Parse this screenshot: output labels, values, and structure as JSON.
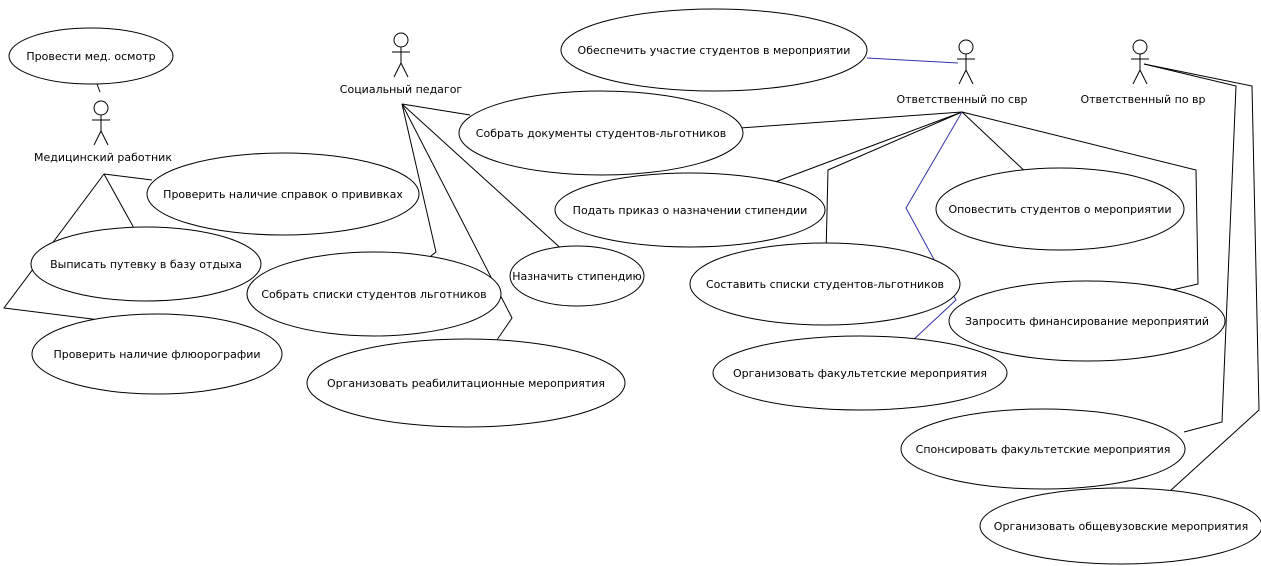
{
  "diagram": {
    "actors": {
      "med_worker": "Медицинский работник",
      "social_teacher": "Социальный педагог",
      "resp_svr": "Ответственный по свр",
      "resp_vr": "Ответственный по вр"
    },
    "use_cases": {
      "med_exam": "Провести мед. осмотр",
      "check_vaccination": "Проверить наличие справок о прививках",
      "issue_voucher": "Выписать путевку в базу отдыха",
      "check_fluoro": "Проверить наличие флюорографии",
      "collect_documents": "Собрать документы студентов-льготников",
      "collect_lists": "Собрать списки студентов льготников",
      "organize_rehab": "Организовать реабилитационные мероприятия",
      "assign_scholarship": "Назначить стипендию",
      "ensure_participation": "Обеспечить участие студентов в мероприятии",
      "submit_order": "Подать приказ о назначении стипендии",
      "compose_lists": "Составить списки студентов-льготников",
      "notify_students": "Оповестить студентов о мероприятии",
      "request_funding": "Запросить финансирование мероприятий",
      "organize_faculty": "Организовать факультетские мероприятия",
      "sponsor_faculty": "Спонсировать факультетские мероприятия",
      "organize_university": "Организовать общевузовские мероприятия"
    },
    "colors": {
      "line": "#000000",
      "highlight_line": "#3333aa",
      "background": "#ffffff"
    }
  }
}
